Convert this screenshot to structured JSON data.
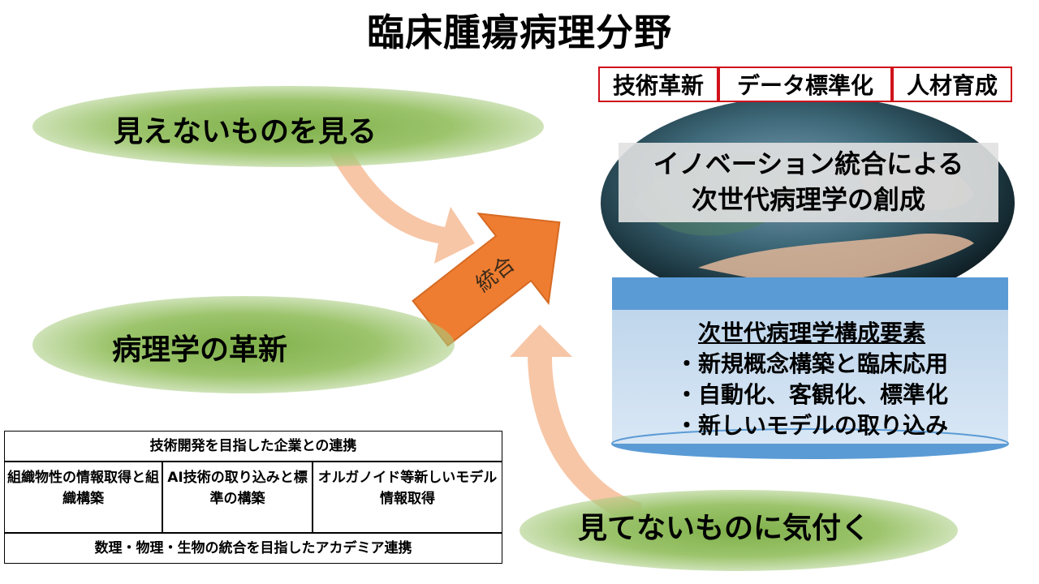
{
  "title": "臨床腫瘍病理分野",
  "ellipses": {
    "top": "見えないものを見る",
    "middle": "病理学の革新",
    "bottom": "見てないものに気付く"
  },
  "arrow_label": "統合",
  "tags": [
    "技術革新",
    "データ標準化",
    "人材育成"
  ],
  "globe_caption": {
    "line1": "イノベーション統合による",
    "line2": "次世代病理学の創成"
  },
  "cylinder": {
    "heading": "次世代病理学構成要素",
    "items": [
      "・新規概念構築と臨床応用",
      "・自動化、客観化、標準化",
      "・新しいモデルの取り込み"
    ]
  },
  "table": {
    "top": "技術開発を目指した企業との連携",
    "cells": [
      "組織物性の情報取得と組織構築",
      "AI技術の取り込みと標準の構築",
      "オルガノイド等新しいモデル情報取得"
    ],
    "bottom": "数理・物理・生物の統合を目指したアカデミア連携"
  },
  "colors": {
    "ellipse_green": "#7fb04a",
    "curved_arrow": "#f7c6a6",
    "orange_arrow": "#ee7d31",
    "tag_border": "#d0121b",
    "cylinder_top": "#5b9bd5",
    "cylinder_body": "#c9dcef"
  }
}
